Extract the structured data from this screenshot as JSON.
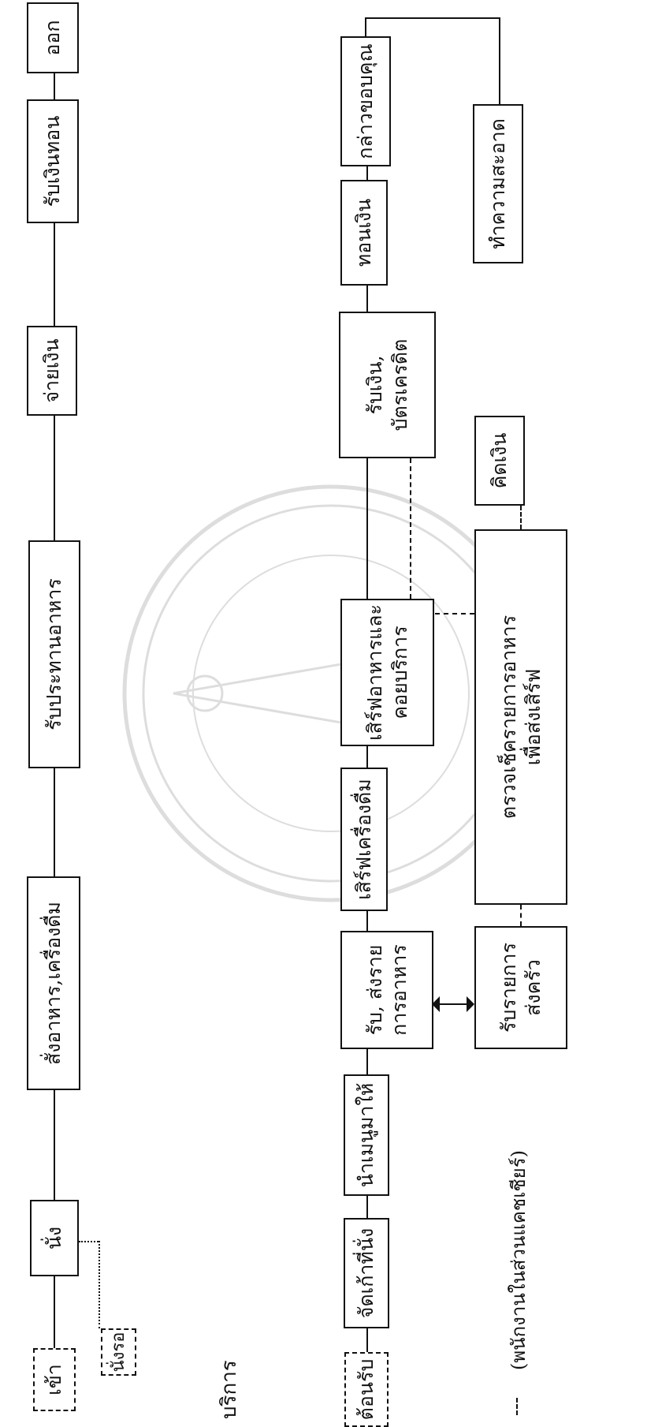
{
  "top_flow": {
    "enter": "เข้า",
    "sit": "นั่ง",
    "wait": "นั่งรอ",
    "order": "สั่งอาหาร,เครื่องดื่ม",
    "eat": "รับประทานอาหาร",
    "pay": "จ่ายเงิน",
    "get_change": "รับเงินทอน",
    "exit": "ออก"
  },
  "bottom_flow": {
    "greet": "ต้อนรับ",
    "seat": "จัดเก้าที่นั่ง",
    "menu": "นำเมนูมาให้",
    "take_order": [
      "รับ, ส่งราย",
      "การอาหาร"
    ],
    "serve_drinks": "เสิร์ฟเครื่องดื่ม",
    "serve_food": [
      "เสิร์ฟอาหารและ",
      "คอยบริการ"
    ],
    "receive_payment": [
      "รับเงิน,",
      "บัตรเครดิต"
    ],
    "give_change": "ทอนเงิน",
    "thank": "กล่าวขอบคุณ",
    "kitchen_order": [
      "รับรายการ",
      "ส่งครัว"
    ],
    "check_order": [
      "ตรวจเช็ครายการอาหาร",
      "เพื่อส่งเสิร์ฟ"
    ],
    "calc_bill": "คิดเงิน",
    "clean": "ทำความสะอาด"
  },
  "labels": {
    "service": "บริการ",
    "legend_note": "(พนักงานในส่วนแคชเชียร์)"
  }
}
